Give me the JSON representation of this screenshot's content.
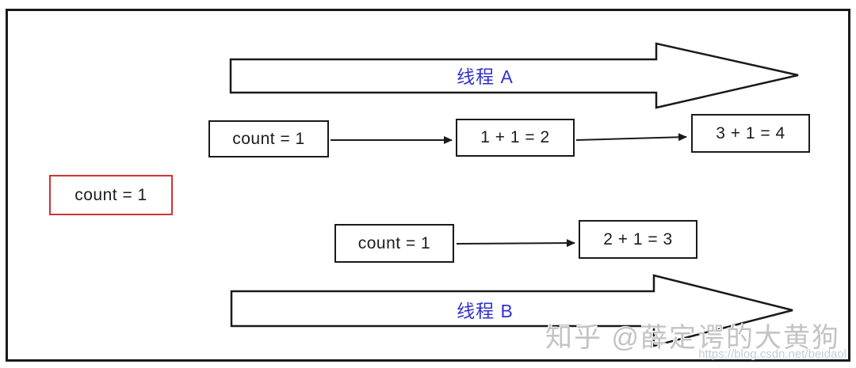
{
  "diagram": {
    "description": "Thread race condition on shared variable count"
  },
  "threads": {
    "thread_a_label": "线程 A",
    "thread_b_label": "线程 B"
  },
  "boxes": {
    "shared_count": "count = 1",
    "a_read": "count = 1",
    "a_add": "1 + 1 = 2",
    "a_result": "3 + 1 = 4",
    "b_read": "count = 1",
    "b_add": "2 + 1 = 3"
  },
  "watermark": {
    "zhihu": "知乎 @薛定谔的大黄狗",
    "url": "https://blog.csdn.net/beidaol"
  },
  "colors": {
    "stroke_black": "#1a1a1a",
    "highlight_red": "#cf3434",
    "accent_blue": "#3232cd",
    "watermark_gray": "#b9b9b9",
    "watermark_url_blue": "#bccee4",
    "background": "#ffffff"
  }
}
